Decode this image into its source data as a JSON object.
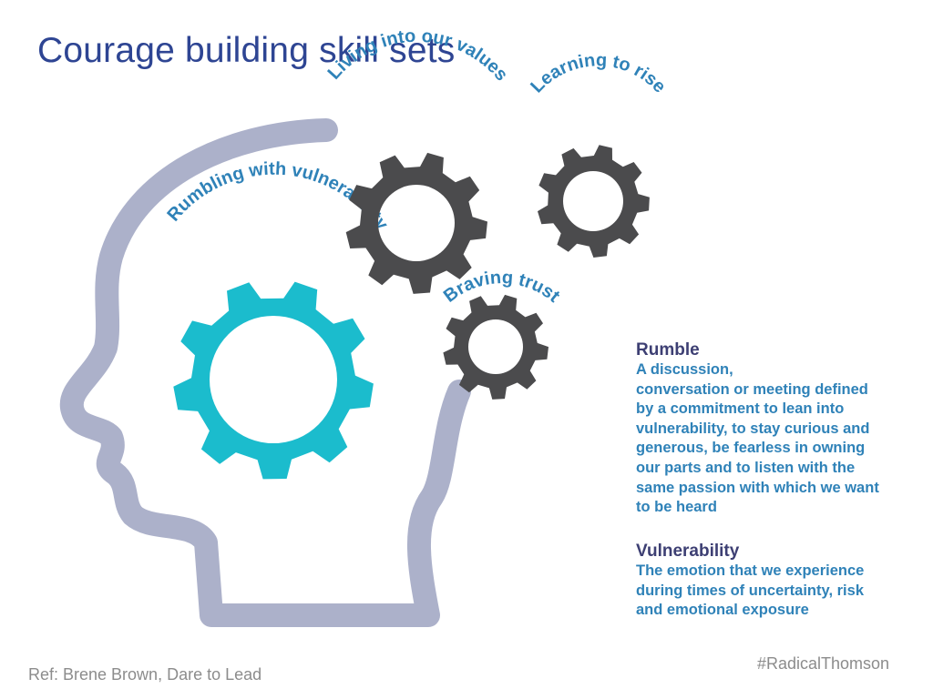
{
  "title": "Courage building skill sets",
  "gears": [
    {
      "label": "Rumbling with vulnerability",
      "color": "#1bbccd"
    },
    {
      "label": "Living into our values",
      "color": "#4b4b4d"
    },
    {
      "label": "Learning to rise",
      "color": "#4b4b4d"
    },
    {
      "label": "Braving trust",
      "color": "#4b4b4d"
    }
  ],
  "label_color": "#2f82b8",
  "head_color": "#acb1ca",
  "definitions": [
    {
      "term": "Rumble",
      "lines": [
        "A discussion,",
        "conversation or meeting defined",
        "by a commitment to lean into",
        "vulnerability, to stay curious and",
        "generous, be fearless in owning",
        "our parts and to listen with the",
        "same passion with which we want",
        "to be heard"
      ]
    },
    {
      "term": "Vulnerability",
      "lines": [
        "The emotion that we experience",
        "during times of uncertainty, risk",
        "and emotional exposure"
      ]
    }
  ],
  "footer": {
    "reference": "Ref: Brene Brown, Dare to Lead",
    "hashtag": "#RadicalThomson"
  }
}
